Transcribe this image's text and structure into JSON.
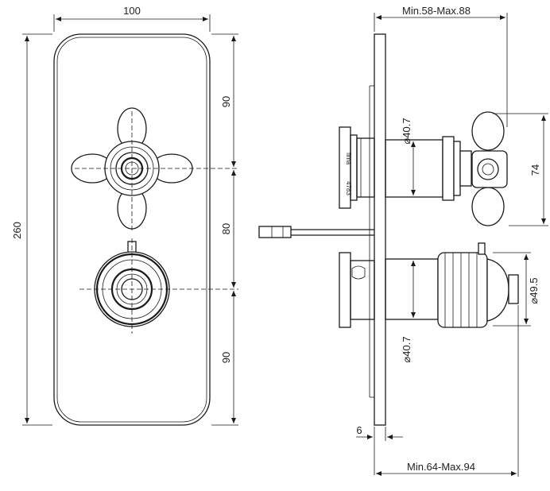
{
  "dimensions": {
    "plate_width": "100",
    "plate_height": "260",
    "top_to_handle": "90",
    "handle_to_dial": "80",
    "dial_to_bottom": "90",
    "depth_handle": "Min.58-Max.88",
    "depth_dial": "Min.64-Max.94",
    "plate_thickness": "6",
    "dia_upper_sleeve": "40.7",
    "dia_lower_sleeve": "40.7",
    "dia_dial": "49.5",
    "handle_height": "74"
  },
  "symbols": {
    "diameter": "⌀"
  },
  "part_markings": {
    "flange_text_1": "fima",
    "flange_text_2": "4783"
  }
}
